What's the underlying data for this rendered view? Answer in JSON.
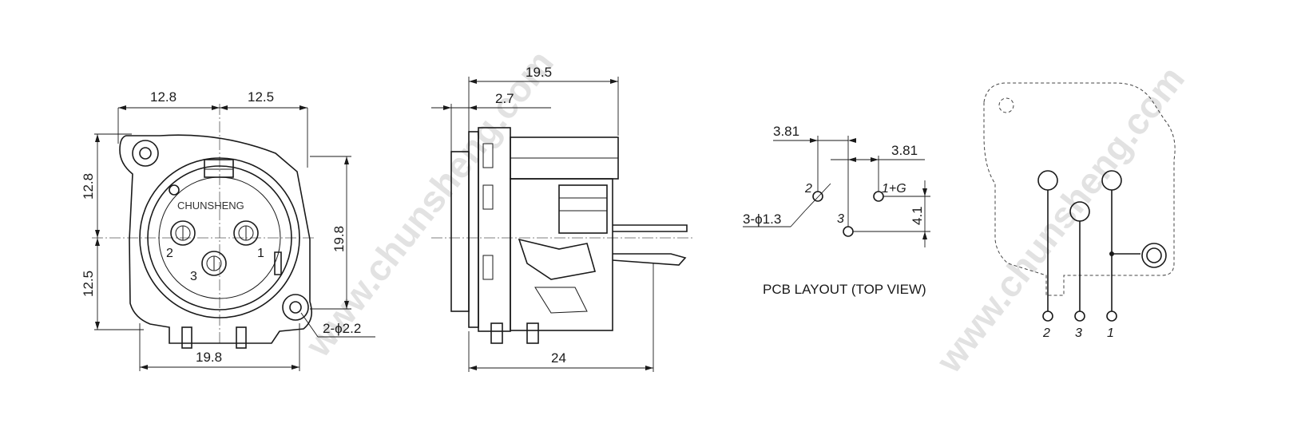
{
  "watermark": "www.chunsheng.com",
  "front_view": {
    "dim_top_left": "12.8",
    "dim_top_right": "12.5",
    "dim_left_upper": "12.8",
    "dim_left_lower": "12.5",
    "dim_right": "19.8",
    "dim_bottom": "19.8",
    "dim_hole": "2-ϕ2.2",
    "brand": "CHUNSHENG",
    "pins": [
      "2",
      "3",
      "1"
    ]
  },
  "side_view": {
    "dim_top": "19.5",
    "dim_offset": "2.7",
    "dim_bottom": "24"
  },
  "pcb_layout": {
    "dim_left": "3.81",
    "dim_right": "3.81",
    "dim_vertical": "4.1",
    "hole_label": "3-ϕ1.3",
    "pin_2": "2",
    "pin_1g": "1+G",
    "pin_3": "3",
    "title": "PCB LAYOUT (TOP VIEW)"
  },
  "schematic": {
    "pins": [
      "2",
      "3",
      "1"
    ]
  }
}
